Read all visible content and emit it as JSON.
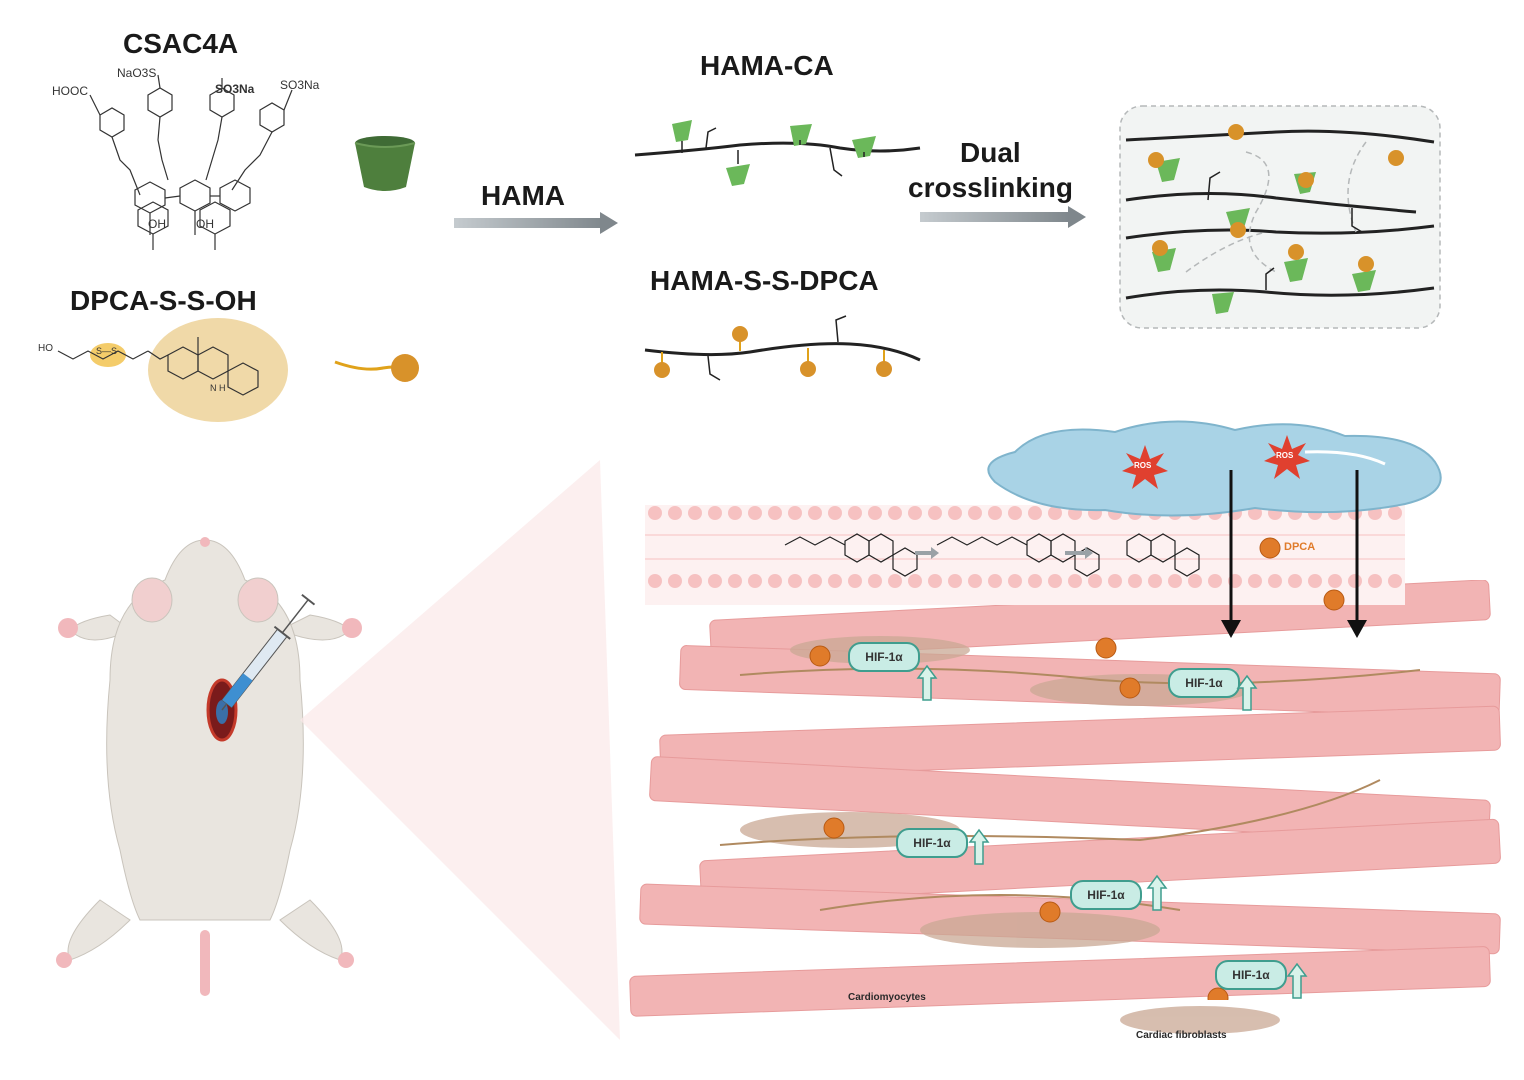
{
  "labels": {
    "csac4a": "CSAC4A",
    "dpca_s_s_oh": "DPCA-S-S-OH",
    "hama": "HAMA",
    "hama_ca": "HAMA-CA",
    "hama_s_s_dpca": "HAMA-S-S-DPCA",
    "dual": "Dual",
    "crosslinking": "crosslinking",
    "dpca": "DPCA",
    "ros": "ROS",
    "hif": "HIF-1α",
    "cardiomyocytes": "Cardiomyocytes",
    "cardiac_fibroblasts": "Cardiac fibroblasts"
  },
  "chem": {
    "hooc": "HOOC",
    "naso3s": "NaO3S",
    "so3na_1": "SO3Na",
    "so3na_2": "SO3Na",
    "oh1": "OH",
    "oh2": "OH",
    "ho": "HO",
    "nh": "N H",
    "s_s": "S—S"
  },
  "colors": {
    "cavitand": "#6bb85a",
    "dpca_bead": "#d8922a",
    "dpca_bead_small": "#e07b2a",
    "gel": "#9ccbe0",
    "ros": "#e0402f",
    "muscle": "#f2b4b4",
    "membrane": "#f6c1c1",
    "hif_fill": "#c9ece5",
    "hif_border": "#3f9d8e",
    "arrow_gray": "#9aa1a6"
  }
}
